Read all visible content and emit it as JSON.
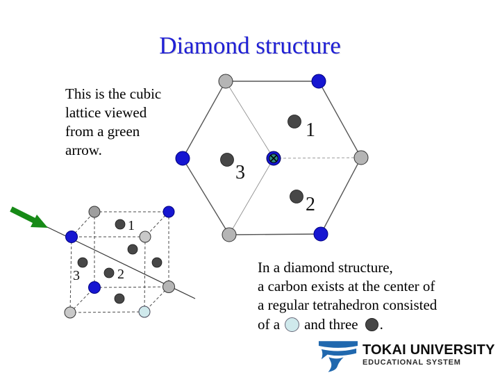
{
  "title": "Diamond structure",
  "left_note": {
    "line1": "This is the cubic",
    "line2": "lattice viewed",
    "line3": "from a green",
    "line4": "arrow."
  },
  "hexagon_labels": {
    "n1": "1",
    "n2": "2",
    "n3": "3"
  },
  "cube_labels": {
    "n1": "1",
    "n2": "2",
    "n3": "3"
  },
  "right_note": {
    "line1": "In a diamond structure,",
    "line2": "a carbon exists at the center of",
    "line3": "a regular tetrahedron consisted",
    "line4_prefix": "of a",
    "line4_middle": "and three",
    "line4_suffix": "."
  },
  "logo": {
    "name": "TOKAI UNIVERSITY",
    "subtitle": "EDUCATIONAL SYSTEM"
  },
  "colors": {
    "title_blue": "#1f1fd6",
    "atom_blue": "#1616d1",
    "atom_gray": "#b5b5b5",
    "atom_gray_dark": "#9e9e9e",
    "atom_gray_light": "#c9c9c9",
    "atom_dark": "#474747",
    "atom_pale_cyan": "#cfe9ec",
    "center_teal": "#2f8b80",
    "arrow_green": "#178a17",
    "logo_blue": "#2068ae"
  }
}
